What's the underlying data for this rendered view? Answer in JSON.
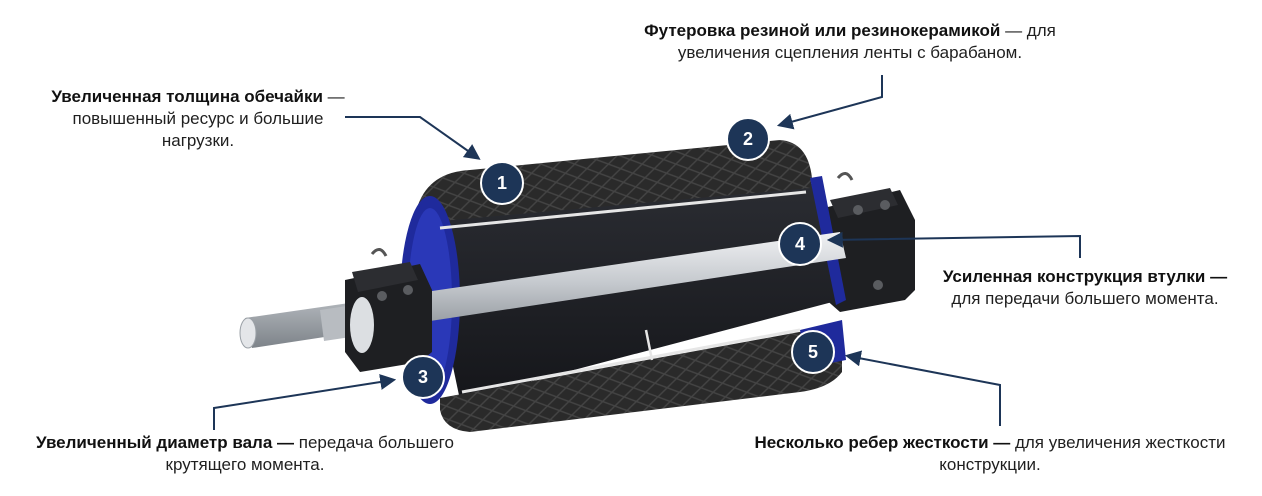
{
  "callouts": {
    "c1": {
      "bold": "Увеличенная толщина обечайки",
      "rest": " — повышенный ресурс и большие нагрузки."
    },
    "c2": {
      "bold": "Футеровка резиной или резинокерамикой",
      "rest": " — для увеличения сцепления ленты с барабаном."
    },
    "c3": {
      "bold": "Увеличенный диаметр вала —",
      "rest": " передача большего крутящего момента."
    },
    "c4": {
      "bold": "Усиленная конструкция втулки —",
      "rest": " для передачи большего момента."
    },
    "c5": {
      "bold": "Несколько ребер жесткости —",
      "rest": " для увеличения жесткости конструкции."
    }
  },
  "badges": [
    "1",
    "2",
    "3",
    "4",
    "5"
  ],
  "colors": {
    "badge": "#1d3557",
    "frame": "#1f2a9c",
    "rubber": "#262626",
    "shaft": "#c9cdd2",
    "arrow": "#1d3557"
  }
}
